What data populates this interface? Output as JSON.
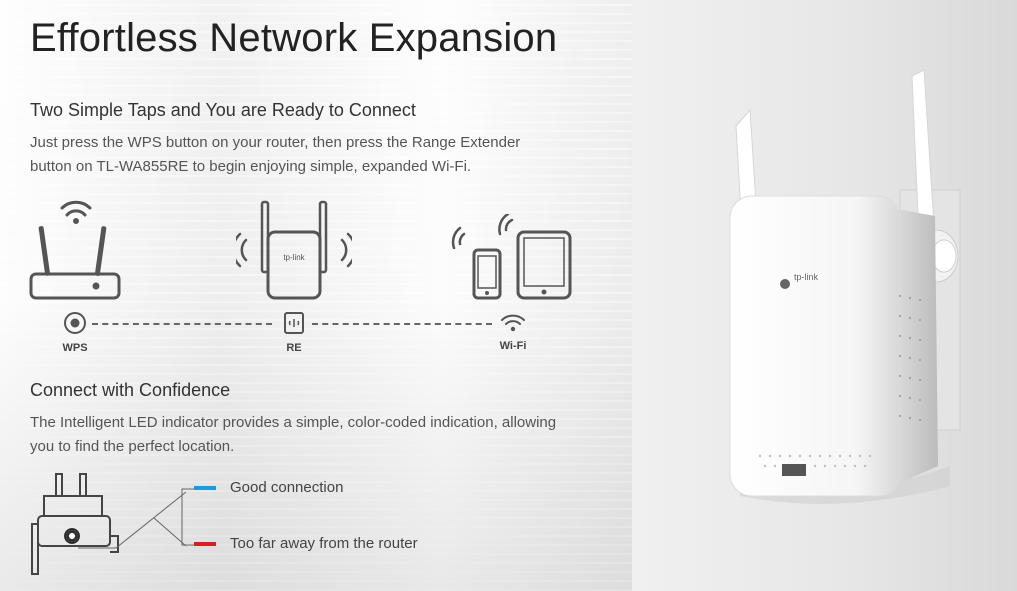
{
  "title": "Effortless Network Expansion",
  "section1": {
    "heading": "Two Simple Taps and You are Ready to Connect",
    "body_line1": "Just press the WPS button on your router, then press the Range Extender",
    "body_line2": "button on TL-WA855RE to begin enjoying simple, expanded Wi-Fi."
  },
  "diagram": {
    "wps_label": "WPS",
    "re_label": "RE",
    "wifi_label": "Wi-Fi",
    "brand_mark": "tp-link"
  },
  "section2": {
    "heading": "Connect with Confidence",
    "body_line1": "The Intelligent LED indicator provides a simple, color-coded indication, allowing",
    "body_line2": "you to find the perfect location."
  },
  "led_legend": {
    "items": [
      {
        "label": "Good connection",
        "color": "#1a9be0"
      },
      {
        "label": "Too far away from the router",
        "color": "#d81e1e"
      }
    ]
  },
  "product": {
    "brand": "tp-link"
  }
}
